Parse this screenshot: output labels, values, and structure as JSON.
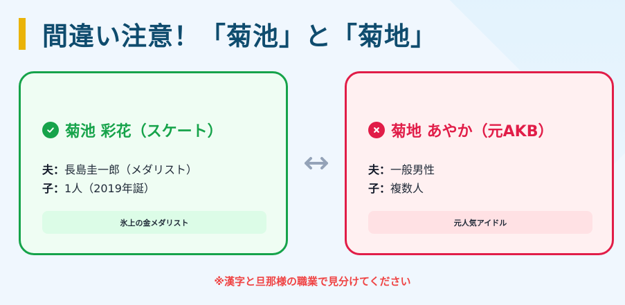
{
  "header": {
    "title": "間違い注意！「菊池」と「菊地」",
    "accent_color": "#eab308",
    "title_color": "#0f4c6e"
  },
  "cards": [
    {
      "status": "correct",
      "status_icon": "check-circle-icon",
      "name": "菊池 彩花（スケート）",
      "accent_color": "#16a34a",
      "details": [
        {
          "label": "夫：",
          "value": "長島圭一郎（メダリスト）"
        },
        {
          "label": "子：",
          "value": "1人（2019年誕）"
        }
      ],
      "badge": "氷上の金メダリスト"
    },
    {
      "status": "incorrect",
      "status_icon": "x-circle-icon",
      "name": "菊地 あやか（元AKB）",
      "accent_color": "#e11d48",
      "details": [
        {
          "label": "夫：",
          "value": "一般男性"
        },
        {
          "label": "子：",
          "value": "複数人"
        }
      ],
      "badge": "元人気アイドル"
    }
  ],
  "comparison_icon": "left-right-arrow-icon",
  "footer": {
    "note": "※漢字と旦那様の職業で見分けてください",
    "color": "#ef4444"
  }
}
